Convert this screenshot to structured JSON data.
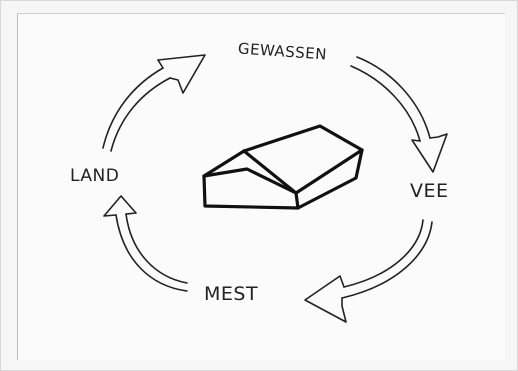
{
  "diagram": {
    "nodes": [
      {
        "id": "gewassen",
        "label": "GEWASSEN"
      },
      {
        "id": "vee",
        "label": "VEE"
      },
      {
        "id": "mest",
        "label": "MEST"
      },
      {
        "id": "land",
        "label": "LAND"
      }
    ],
    "center_icon": "barn-building-sketch",
    "edges": [
      {
        "from": "land",
        "to": "gewassen"
      },
      {
        "from": "gewassen",
        "to": "vee"
      },
      {
        "from": "vee",
        "to": "mest"
      },
      {
        "from": "mest",
        "to": "land"
      }
    ],
    "colors": {
      "ink": "#222222",
      "paper": "#fbfbfb"
    }
  }
}
